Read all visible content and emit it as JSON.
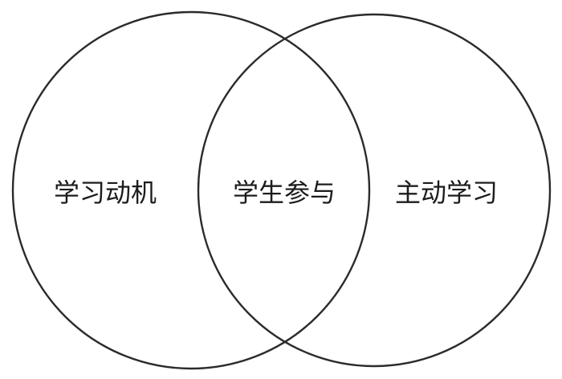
{
  "diagram": {
    "type": "venn",
    "sets": [
      {
        "label": "学习动机"
      },
      {
        "label": "主动学习"
      }
    ],
    "intersection": {
      "label": "学生参与"
    },
    "colors": {
      "stroke": "#2b2b2b",
      "text": "#1c1c1c",
      "background": "#ffffff"
    }
  }
}
